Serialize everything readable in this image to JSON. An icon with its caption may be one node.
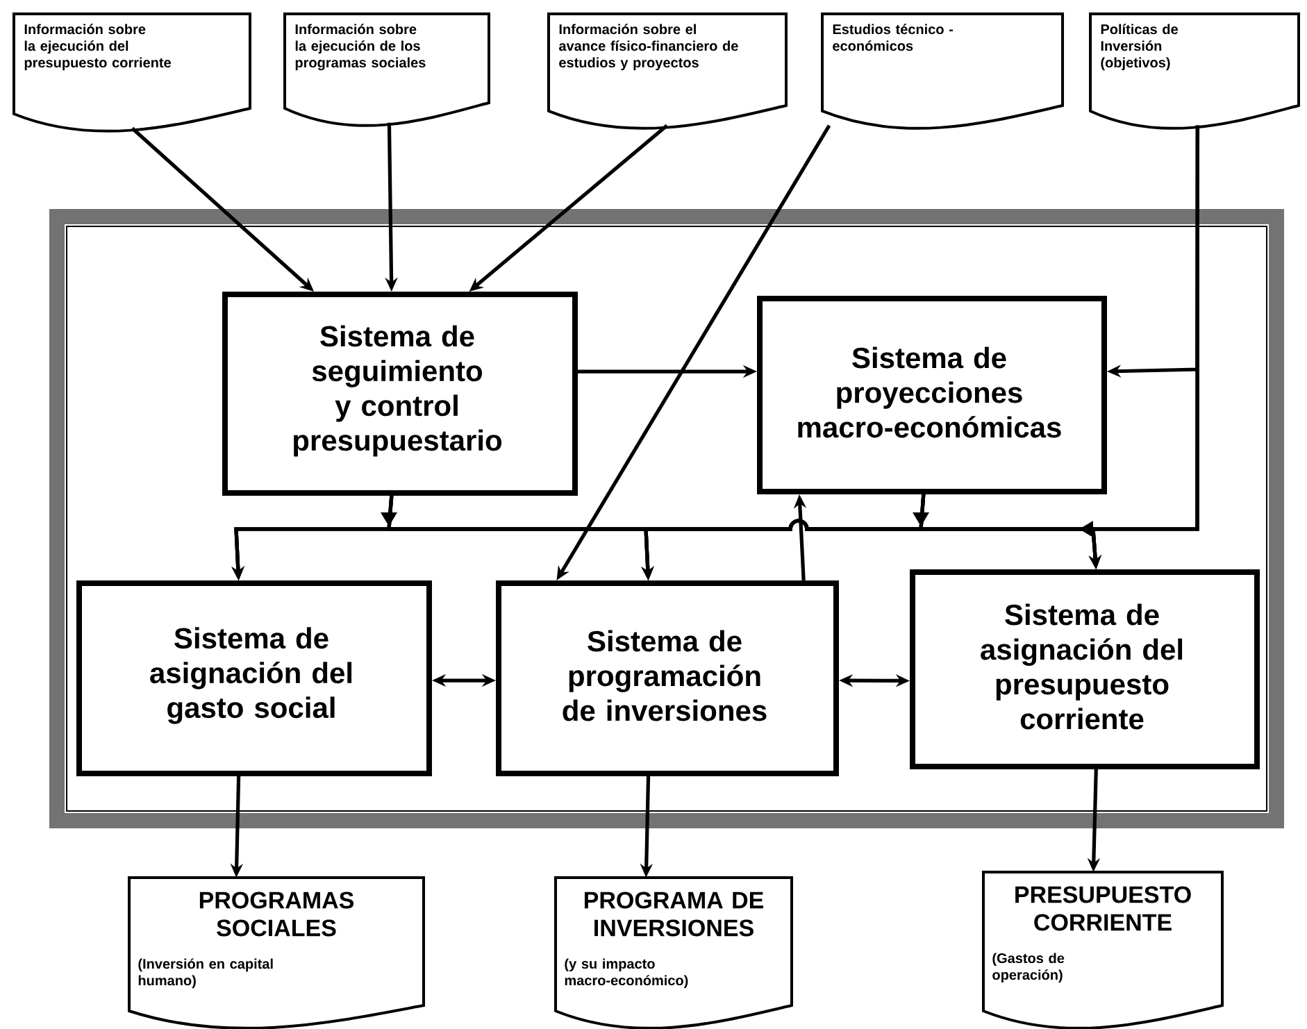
{
  "diagram": {
    "nodes": [
      {
        "text": [
          "Información sobre la ejecución del presupuesto corriente"
        ]
      },
      {
        "text": [
          "Información sobre la ejecución de los programas sociales"
        ]
      },
      {
        "text": [
          "Información sobre el avance físico-financiero de estudios y proyectos"
        ]
      },
      {
        "text": [
          "Estudios técnico - económicos"
        ]
      },
      {
        "text": [
          "Políticas de Inversión (objetivos)"
        ]
      },
      {
        "text": [
          "Sistema de seguimiento y control presupuestario"
        ]
      },
      {
        "text": [
          "Sistema de proyecciones macro-económicas"
        ]
      },
      {
        "text": [
          "Sistema de asignación del gasto social"
        ]
      },
      {
        "text": [
          "Sistema de programación de inversiones"
        ]
      },
      {
        "text": [
          "Sistema de asignación del presupuesto corriente"
        ]
      },
      {
        "text": [
          "PROGRAMAS SOCIALES",
          "(Inversión en capital humano)"
        ]
      },
      {
        "text": [
          "PROGRAMA DE INVERSIONES",
          "(y su impacto macro-económico)"
        ]
      },
      {
        "text": [
          "PRESUPUESTO CORRIENTE",
          "(Gastos de operación)"
        ]
      }
    ],
    "edges": [
      {
        "from": 0,
        "to": 5,
        "arrow": "to"
      },
      {
        "from": 1,
        "to": 5,
        "arrow": "to"
      },
      {
        "from": 2,
        "to": 5,
        "arrow": "to"
      },
      {
        "from": 3,
        "to": 8,
        "arrow": "to"
      },
      {
        "from": 4,
        "to": 6,
        "arrow": "to"
      },
      {
        "from": 5,
        "to": 6,
        "arrow": "to"
      },
      {
        "from": 8,
        "to": 6,
        "arrow": "to"
      },
      {
        "from": 5,
        "to": 7,
        "arrow": "to"
      },
      {
        "from": 5,
        "to": 8,
        "arrow": "to"
      },
      {
        "from": 5,
        "to": 9,
        "arrow": "to"
      },
      {
        "from": 6,
        "to": 7,
        "arrow": "to"
      },
      {
        "from": 6,
        "to": 8,
        "arrow": "to"
      },
      {
        "from": 6,
        "to": 9,
        "arrow": "to"
      },
      {
        "from": 4,
        "to": 7,
        "arrow": "to"
      },
      {
        "from": 4,
        "to": 8,
        "arrow": "to"
      },
      {
        "from": 4,
        "to": 9,
        "arrow": "to"
      },
      {
        "from": 7,
        "to": 8,
        "arrow": "both"
      },
      {
        "from": 8,
        "to": 9,
        "arrow": "both"
      },
      {
        "from": 7,
        "to": 10,
        "arrow": "to"
      },
      {
        "from": 8,
        "to": 11,
        "arrow": "to"
      },
      {
        "from": 9,
        "to": 12,
        "arrow": "to"
      }
    ]
  }
}
